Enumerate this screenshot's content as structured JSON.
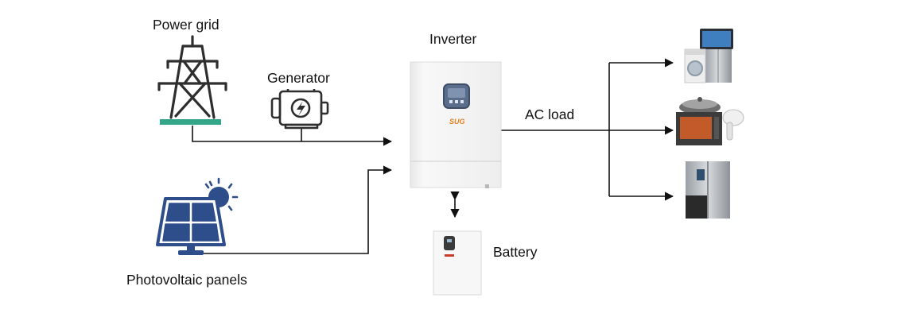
{
  "labels": {
    "power_grid": "Power grid",
    "generator": "Generator",
    "inverter": "Inverter",
    "ac_load": "AC load",
    "battery": "Battery",
    "pv_panels": "Photovoltaic panels",
    "brand": "SUG"
  },
  "colors": {
    "grid_icon": "#2e2e2e",
    "grid_base": "#33a68a",
    "solar_blue": "#2d4e8a",
    "brand_orange": "#e87f1d",
    "line": "#111111"
  },
  "icons": [
    "transmission-tower-icon",
    "generator-icon",
    "solar-panel-icon",
    "sun-icon",
    "inverter-device",
    "battery-device",
    "tv-icon",
    "washing-machine-icon",
    "fridge-icon",
    "wok-icon",
    "oven-icon",
    "hair-dryer-icon",
    "double-door-fridge-icon"
  ]
}
